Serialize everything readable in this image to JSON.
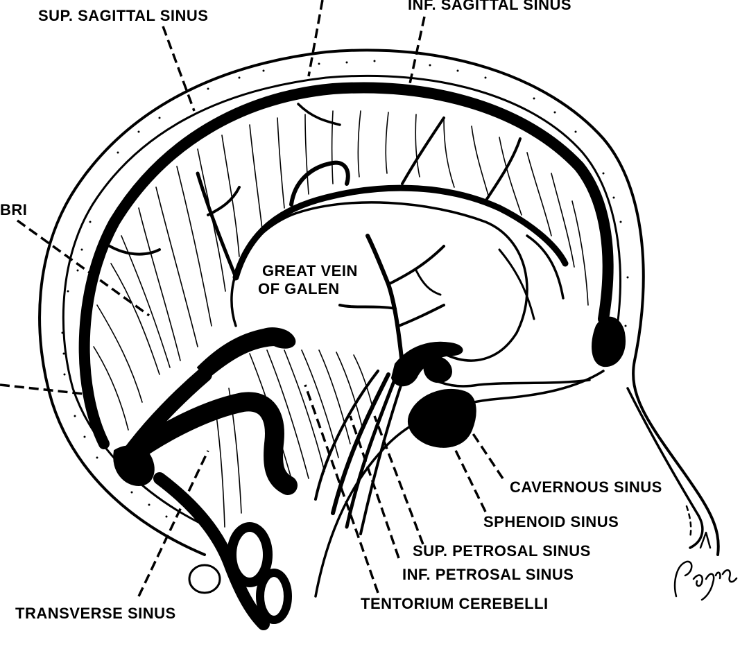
{
  "labels": {
    "sup_sagittal_sinus": "SUP. SAGITTAL SINUS",
    "inf_sagittal_sinus": "INF. SAGITTAL SINUS",
    "bri_partial": "BRI",
    "great_vein_line1": "GREAT VEIN",
    "great_vein_line2": "OF GALEN",
    "cavernous_sinus": "CAVERNOUS SINUS",
    "sphenoid_sinus": "SPHENOID SINUS",
    "sup_petrosal_sinus": "SUP. PETROSAL SINUS",
    "inf_petrosal_sinus": "INF. PETROSAL SINUS",
    "tentorium_cerebelli": "TENTORIUM CEREBELLI",
    "transverse_sinus": "TRANSVERSE SINUS"
  },
  "signature": "Pagin"
}
